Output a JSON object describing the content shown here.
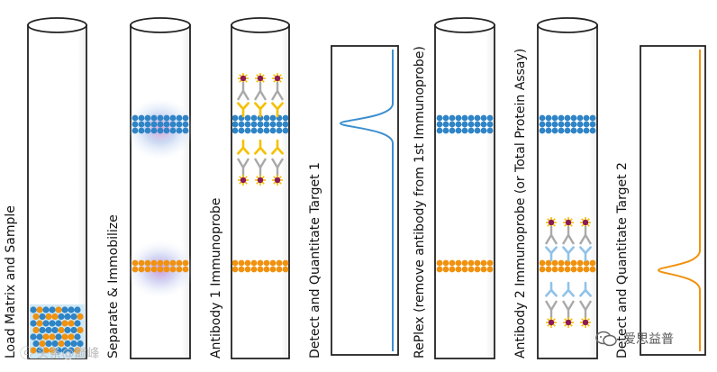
{
  "steps": [
    {
      "label": "Load Matrix and Sample",
      "icon": "tube-with-sample-beads-icon"
    },
    {
      "label": "Separate & Immobilize",
      "icon": "tube-with-separated-bands-icon"
    },
    {
      "label": "Antibody 1 Immunoprobe",
      "icon": "tube-with-antibodies-icon"
    },
    {
      "label": "Detect and Quantitate Target 1",
      "icon": "peak-trace-1-icon"
    },
    {
      "label": "RePlex (remove antibody from 1st Immunoprobe)",
      "icon": "tube-replex-icon"
    },
    {
      "label": "Antibody 2 Immunoprobe (or Total Protein Assay)",
      "icon": "tube-antibody2-icon"
    },
    {
      "label": "Detect and Quantitate Target 2",
      "icon": "peak-trace-2-icon"
    }
  ],
  "colors": {
    "blue_band": "#2f84c6",
    "orange_band": "#f0920f",
    "trace_blue": "#3a8ed0",
    "trace_orange": "#f0920f",
    "antibody_yellow": "#f5c000",
    "antibody_gray": "#a9a9a9",
    "antibody_lightblue": "#8fc3e8",
    "conjugate_purple": "#8b1a5a",
    "halo_blue": "#a9cdf0",
    "halo_pink": "#e0a7cf"
  },
  "watermarks": {
    "left": "ⓒ 头条@巅峰",
    "right": "爱思益普"
  }
}
